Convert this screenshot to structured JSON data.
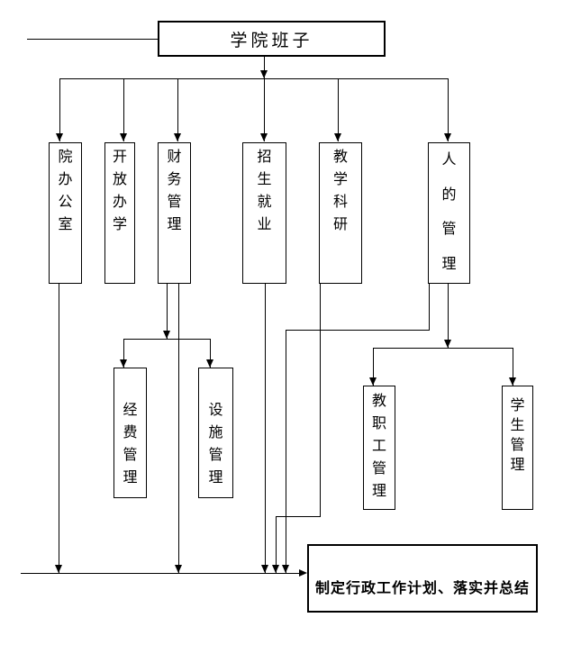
{
  "page": {
    "background_color": "#ffffff",
    "line_color": "#000000"
  },
  "chart": {
    "type": "flowchart",
    "root": {
      "label": "学院班子"
    },
    "departments": [
      {
        "label": "院办公室"
      },
      {
        "label": "开放办学"
      },
      {
        "label": "财务管理"
      },
      {
        "label": "招生就业"
      },
      {
        "label": "教学科研"
      },
      {
        "label": "人的管理"
      }
    ],
    "finance_sub": [
      {
        "label": "经费管理"
      },
      {
        "label": "设施管理"
      }
    ],
    "personnel_sub": [
      {
        "label": "教职工管理"
      },
      {
        "label": "学生管理"
      }
    ],
    "summary": {
      "label": "制定行政工作计划、落实并总结"
    }
  }
}
